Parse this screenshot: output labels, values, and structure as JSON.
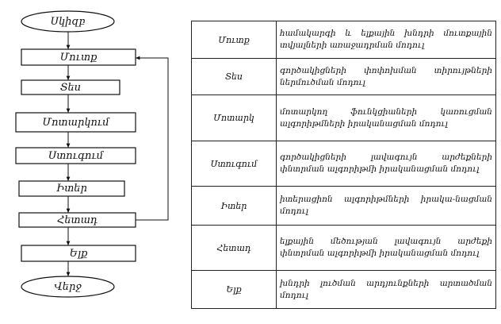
{
  "flowchart": {
    "start": "Սկիզբ",
    "steps": [
      "Մուտք",
      "Տես",
      "Մոտարկում",
      "Ստուգում",
      "Իտեր",
      "Հետադ",
      "Ելք"
    ],
    "end": "Վերջ"
  },
  "table": {
    "rows": [
      {
        "name": "Մուտք",
        "desc": "համակարգի և ելքային խնդրի մուտքային տվյալների առաջադրման մոդուլ"
      },
      {
        "name": "Տես",
        "desc": "գործակիցների փոփոխման տիրույթների ներմուծման մոդուլ"
      },
      {
        "name": "Մոտարկ",
        "desc": "մոտարկող ֆունկցիաների կառուցման ալգորիթմների իրականացման մոդուլ"
      },
      {
        "name": "Ստուգում",
        "desc": "գործակիցների լավագույն արժեքների փնտրման ալգորիթմի իրականացման մոդուլ"
      },
      {
        "name": "Իտեր",
        "desc": "իտերացիոն ալգորիթմների իրակա-նացման մոդուլ"
      },
      {
        "name": "Հետադ",
        "desc": "ելքային մեծության լավագույն արժեքի փնտրման ալգորիթմի իրականացման մոդուլ"
      },
      {
        "name": "Ելք",
        "desc": "խնդրի լուծման արդյունքների արտածման մոդուլ"
      }
    ]
  }
}
